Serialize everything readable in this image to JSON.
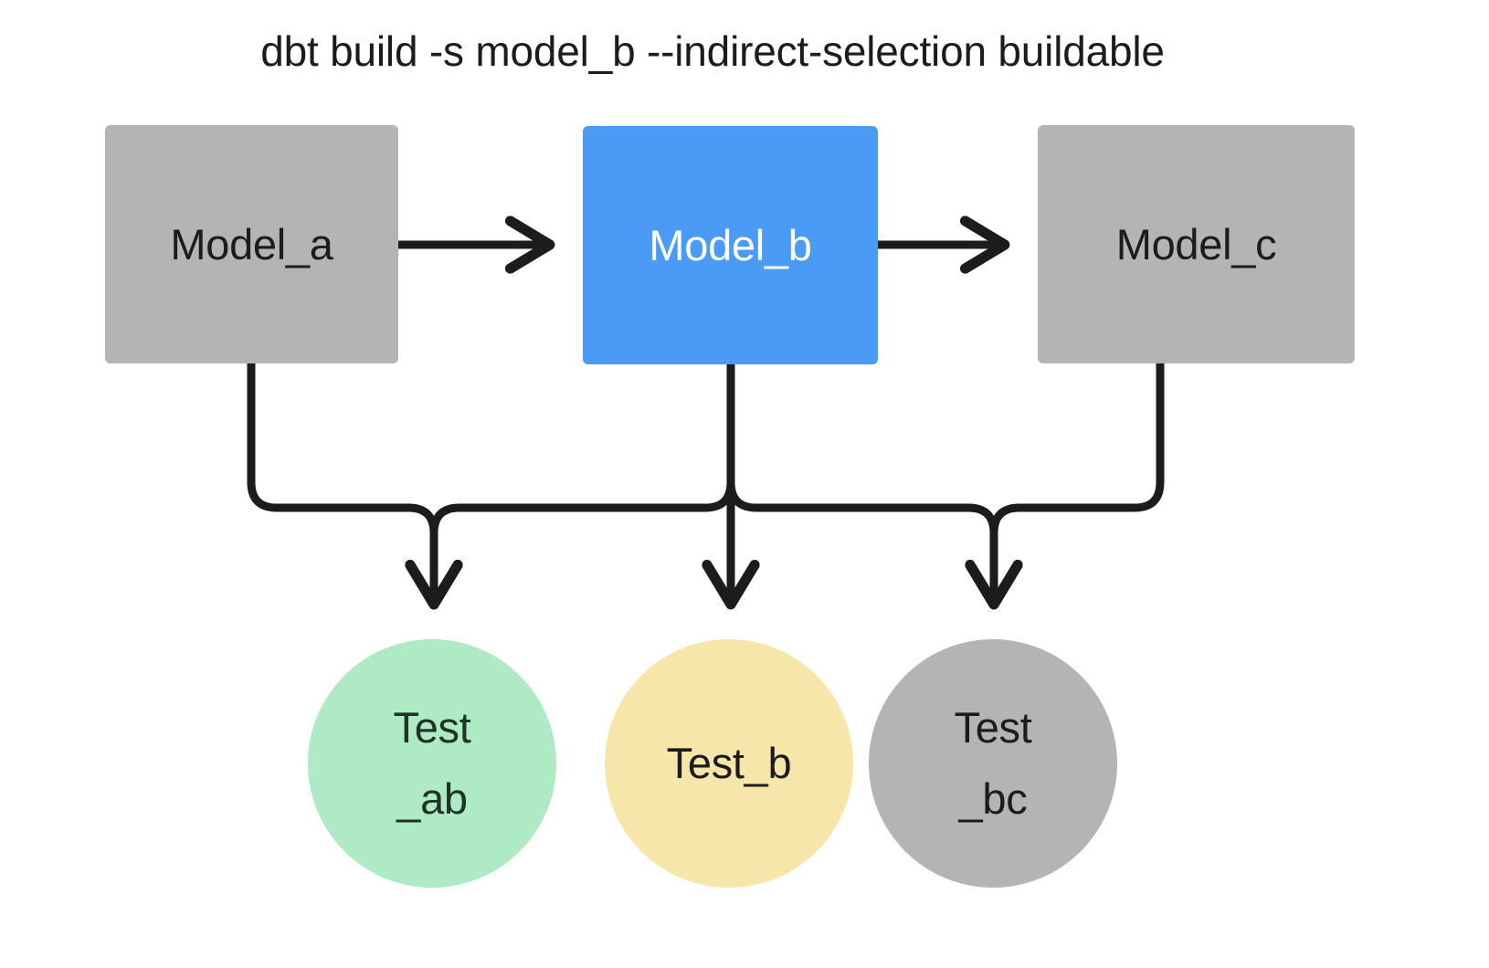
{
  "title": "dbt build -s model_b --indirect-selection buildable",
  "palette": {
    "background": "#ffffff",
    "unselected_gray": "#b4b4b4",
    "selected_blue": "#4a9bf5",
    "test_pass_green": "#aeebc4",
    "test_warn_yellow": "#f7e6a9",
    "test_gray": "#b4b4b4",
    "edge_black": "#1c1c1c",
    "text_dark": "#1c1c1c",
    "text_light": "#ffffff",
    "text_green_node": "#1f3326"
  },
  "nodes": {
    "models": [
      {
        "id": "model_a",
        "label": "Model_a",
        "shape": "rectangle",
        "fill": "#b4b4b4",
        "text_color": "#1c1c1c",
        "selected": false
      },
      {
        "id": "model_b",
        "label": "Model_b",
        "shape": "rectangle",
        "fill": "#4a9bf5",
        "text_color": "#ffffff",
        "selected": true
      },
      {
        "id": "model_c",
        "label": "Model_c",
        "shape": "rectangle",
        "fill": "#b4b4b4",
        "text_color": "#1c1c1c",
        "selected": false
      }
    ],
    "tests": [
      {
        "id": "test_ab",
        "label": "Test_ab",
        "line1": "Test",
        "line2": "_ab",
        "shape": "circle",
        "fill": "#aeebc4",
        "text_color": "#1f3326",
        "selected": true
      },
      {
        "id": "test_b",
        "label": "Test_b",
        "line1": "Test_b",
        "line2": "",
        "shape": "circle",
        "fill": "#f7e6a9",
        "text_color": "#1c1c1c",
        "selected": true
      },
      {
        "id": "test_bc",
        "label": "Test_bc",
        "line1": "Test",
        "line2": "_bc",
        "shape": "circle",
        "fill": "#b4b4b4",
        "text_color": "#1c1c1c",
        "selected": false
      }
    ]
  },
  "edges": [
    {
      "id": "edge-a-to-b",
      "from": "model_a",
      "to": "model_b",
      "style": "straight-arrow"
    },
    {
      "id": "edge-b-to-c",
      "from": "model_b",
      "to": "model_c",
      "style": "straight-arrow"
    },
    {
      "id": "edge-a-to-test-ab",
      "from": "model_a",
      "to": "test_ab",
      "style": "elbow-arrow"
    },
    {
      "id": "edge-b-to-test-ab",
      "from": "model_b",
      "to": "test_ab",
      "style": "elbow-arrow"
    },
    {
      "id": "edge-b-to-test-b",
      "from": "model_b",
      "to": "test_b",
      "style": "straight-arrow"
    },
    {
      "id": "edge-b-to-test-bc",
      "from": "model_b",
      "to": "test_bc",
      "style": "elbow-arrow"
    },
    {
      "id": "edge-c-to-test-bc",
      "from": "model_c",
      "to": "test_bc",
      "style": "elbow-arrow"
    }
  ]
}
